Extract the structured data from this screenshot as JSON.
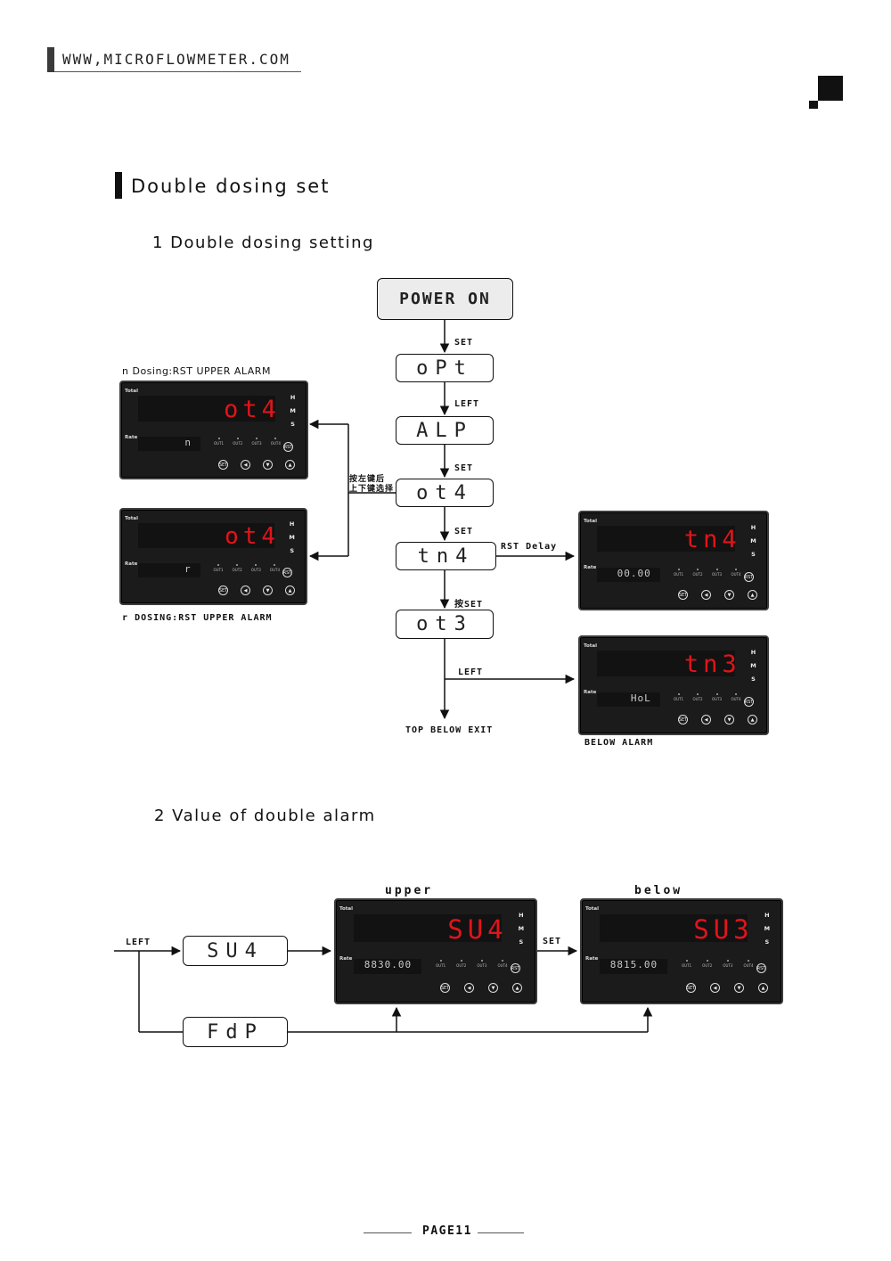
{
  "header": {
    "url": "WWW,MICROFLOWMETER.COM"
  },
  "section_title": "Double dosing set",
  "subsection1": "1 Double dosing setting",
  "subsection2": "2 Value of double alarm",
  "flow": {
    "power_on": "POWER ON",
    "step_opt": "oPt",
    "step_alp": "ALP",
    "step_ot4": "ot4",
    "step_tn4": "tn4",
    "step_ot3": "ot3",
    "lbl_set1": "SET",
    "lbl_left1": "LEFT",
    "lbl_set2": "SET",
    "lbl_set3": "SET",
    "lbl_press_set": "按SET",
    "lbl_left2": "LEFT",
    "lbl_rst_delay": "RST Delay",
    "lbl_choose_line1": "按左键后",
    "lbl_choose_line2": "上下键选择",
    "lbl_exit": "TOP BELOW EXIT"
  },
  "captions": {
    "n_prefix": "n",
    "n_text": "Dosing:RST UPPER ALARM",
    "r_prefix": "r",
    "r_text": "DOSING:RST UPPER ALARM",
    "below_alarm": "BELOW ALARM",
    "upper": "upper",
    "below": "below"
  },
  "panels": {
    "p_n": {
      "total": "ot4",
      "rate": "n"
    },
    "p_r": {
      "total": "ot4",
      "rate": "r"
    },
    "p_tn4": {
      "total": "tn4",
      "rate": "00.00"
    },
    "p_tn3": {
      "total": "tn3",
      "rate": "HoL"
    },
    "p_su4": {
      "total": "SU4",
      "rate": "8830.00"
    },
    "p_su3": {
      "total": "SU3",
      "rate": "8815.00"
    }
  },
  "panel_labels": {
    "total": "Total",
    "rate": "Rate",
    "h": "H",
    "m": "M",
    "s": "S",
    "outs": [
      "OUT1",
      "OUT2",
      "OUT3",
      "OUT4"
    ],
    "btn_rst": "RST",
    "btn_set": "SET",
    "btn_left": "◀",
    "btn_down": "▼",
    "btn_up": "▲"
  },
  "alarm_flow": {
    "su4": "SU4",
    "fdp": "FdP",
    "lbl_left": "LEFT",
    "lbl_set": "SET"
  },
  "footer": {
    "page": "PAGE11"
  },
  "colors": {
    "led_red": "#e1141b",
    "panel_bg": "#1b1b1b",
    "power_box": "#ececec"
  }
}
